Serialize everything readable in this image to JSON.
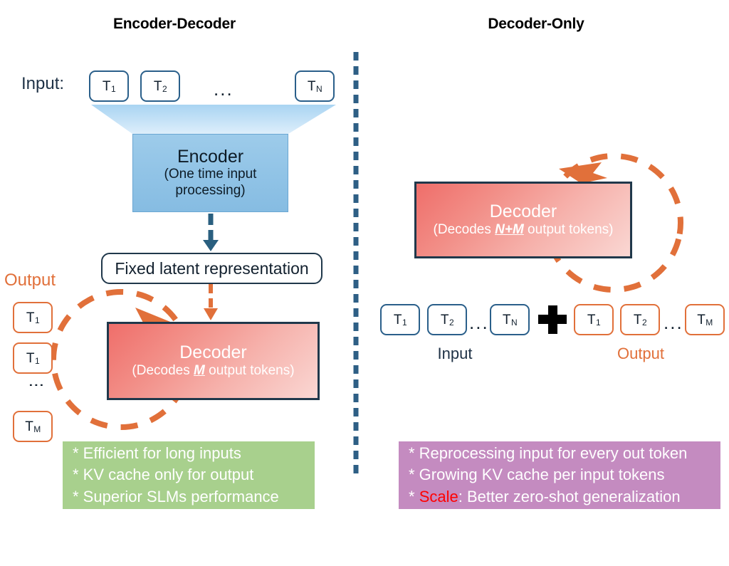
{
  "panels": {
    "left": {
      "title": "Encoder-Decoder"
    },
    "right": {
      "title": "Decoder-Only"
    }
  },
  "left_panel": {
    "input_label": "Input:",
    "input_tokens": [
      {
        "base": "T",
        "sub": "1"
      },
      {
        "base": "T",
        "sub": "2"
      },
      {
        "base": "T",
        "sub": "N"
      }
    ],
    "input_ellipsis": "...",
    "encoder": {
      "title": "Encoder",
      "subtitle_line1": "(One time input",
      "subtitle_line2": "processing)"
    },
    "latent_label": "Fixed latent representation",
    "output_label": "Output",
    "output_tokens": [
      {
        "base": "T",
        "sub": "1"
      },
      {
        "base": "T",
        "sub": "1"
      },
      {
        "base": "T",
        "sub": "M"
      }
    ],
    "output_vdots": "⋮",
    "decoder": {
      "title": "Decoder",
      "sub_prefix": "(Decodes ",
      "sub_emphasis": "M",
      "sub_suffix": " output tokens)"
    },
    "notes": [
      "* Efficient for long inputs",
      "* KV cache only for output",
      "* Superior SLMs performance"
    ]
  },
  "right_panel": {
    "decoder": {
      "title": "Decoder",
      "sub_prefix": "(Decodes ",
      "sub_emphasis": "N+M",
      "sub_suffix": " output tokens)"
    },
    "input_tokens": [
      {
        "base": "T",
        "sub": "1"
      },
      {
        "base": "T",
        "sub": "2"
      },
      {
        "base": "T",
        "sub": "N"
      }
    ],
    "input_ellipsis": "...",
    "output_tokens": [
      {
        "base": "T",
        "sub": "1"
      },
      {
        "base": "T",
        "sub": "2"
      },
      {
        "base": "T",
        "sub": "M"
      }
    ],
    "output_ellipsis": "...",
    "plus_symbol": "+",
    "input_caption": "Input",
    "output_caption": "Output",
    "notes": {
      "line1": "* Reprocessing input for every out token",
      "line2": "* Growing KV cache per input tokens",
      "line3_prefix": "* ",
      "line3_highlight": "Scale",
      "line3_rest": ": Better zero-shot generalization"
    }
  },
  "colors": {
    "token_blue": "#2a5f8a",
    "token_orange": "#e1703a",
    "encoder_blue": "#90c3e6",
    "decoder_red": "#ef6e6a",
    "note_green": "#a8d08d",
    "note_purple": "#c48bc0",
    "divider_blue": "#2e5f85",
    "arrow_navy": "#2a5f7f",
    "arrow_orange": "#e1703a",
    "scale_red": "#ff0000"
  },
  "icons": {
    "divider": "vertical-dashed-divider",
    "funnel": "trapezoid-funnel",
    "loop_left": "dashed-loop-arrow",
    "loop_right": "dashed-loop-arrow",
    "plus": "plus-icon"
  }
}
